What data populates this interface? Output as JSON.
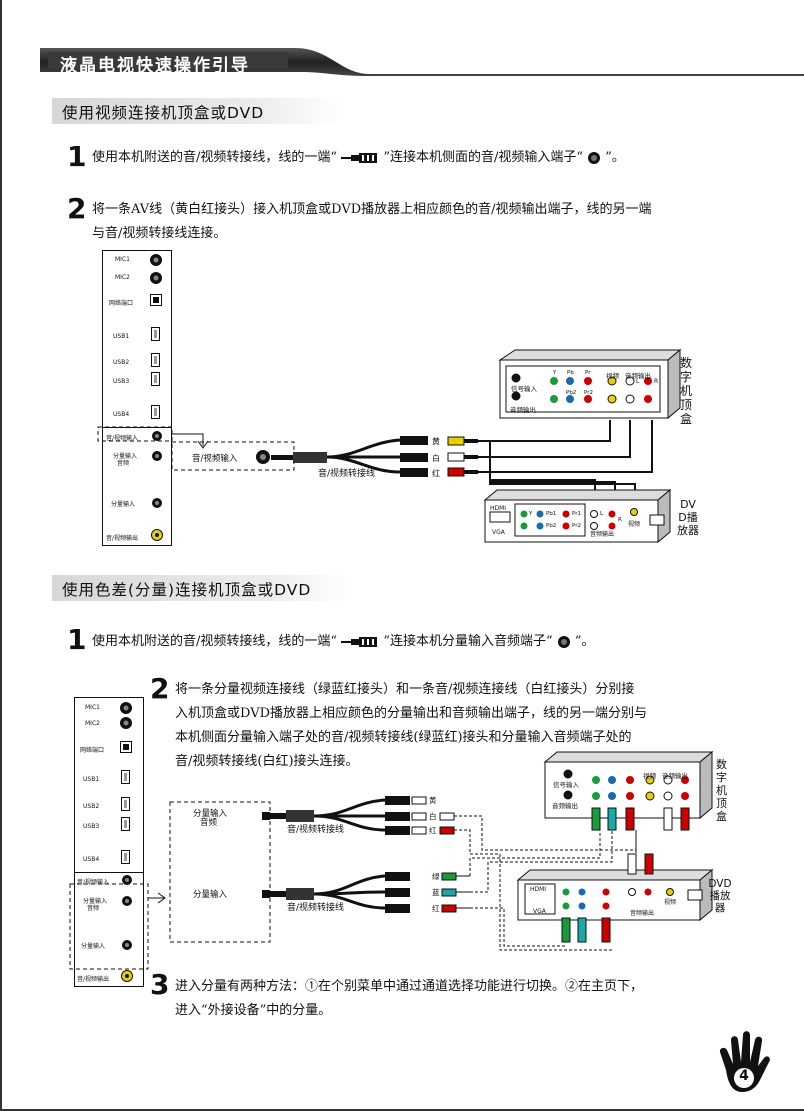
{
  "header": {
    "title": "液晶电视快速操作引导"
  },
  "section1": {
    "title": "使用视频连接机顶盒或DVD",
    "step1": {
      "num": "1",
      "text_a": "使用本机附送的音/视频转接线，线的一端“",
      "text_b": "”连接本机侧面的音/视频输入端子“",
      "text_c": "”。"
    },
    "step2": {
      "num": "2",
      "line1": "将一条AV线（黄白红接头）接入机顶盒或DVD播放器上相应颜色的音/视频输出端子，线的另一端",
      "line2": "与音/视频转接线连接。"
    }
  },
  "panel": {
    "mic1": "MIC1",
    "mic2": "MIC2",
    "net": "网络端口",
    "usb1": "USB1",
    "usb2": "USB2",
    "usb3": "USB3",
    "usb4": "USB4",
    "av_in": "音/视频输入",
    "comp_audio_1": "分量输入",
    "comp_audio_2": "音频",
    "comp_in": "分量输入",
    "av_out": "音/视频输出"
  },
  "diagram1": {
    "box_label": "音/视频输入",
    "cable_label": "音/视频转接线",
    "yellow": "黄",
    "white": "白",
    "red": "红",
    "stb": {
      "name": "数字机顶盒",
      "signal_in": "信号输入",
      "audio_out": "音频输出",
      "video": "视频",
      "audio_out2": "音频输出",
      "y": "Y",
      "pb": "Pb",
      "pr": "Pr",
      "pb2": "Pb2",
      "pr2": "Pr2",
      "l": "L",
      "r": "R"
    },
    "dvd": {
      "name": "DVD播放器",
      "hdmi": "HDMI",
      "vga": "VGA",
      "y": "Y",
      "pb1": "Pb1",
      "pr1": "Pr1",
      "pb2": "Pb2",
      "pr2": "Pr2",
      "l": "L",
      "r": "R",
      "video": "视频",
      "audio_out": "音频输出"
    }
  },
  "section2": {
    "title": "使用色差(分量)连接机顶盒或DVD",
    "step1": {
      "num": "1",
      "text_a": "使用本机附送的音/视频转接线，线的一端“",
      "text_b": "”连接本机分量输入音频端子“",
      "text_c": "”。"
    },
    "step2": {
      "num": "2",
      "line1": "将一条分量视频连接线（绿蓝红接头）和一条音/视频连接线（白红接头）分别接",
      "line2": "入机顶盒或DVD播放器上相应颜色的分量输出和音频输出端子，线的另一端分别与",
      "line3": "本机侧面分量输入端子处的音/视频转接线(绿蓝红)接头和分量输入音频端子处的",
      "line4": "音/视频转接线(白红)接头连接。"
    },
    "step3": {
      "num": "3",
      "line1": "进入分量有两种方法：①在个别菜单中通过通道选择功能进行切换。②在主页下，",
      "line2": "进入“外接设备”中的分量。"
    }
  },
  "diagram2": {
    "box1_l1": "分量输入",
    "box1_l2": "音频",
    "box2": "分量输入",
    "cable1": "音/视频转接线",
    "cable2": "音/视频转接线",
    "yellow": "黄",
    "white": "白",
    "red": "红",
    "green": "绿",
    "blue": "蓝",
    "red2": "红"
  },
  "footer": {
    "page": "4"
  }
}
